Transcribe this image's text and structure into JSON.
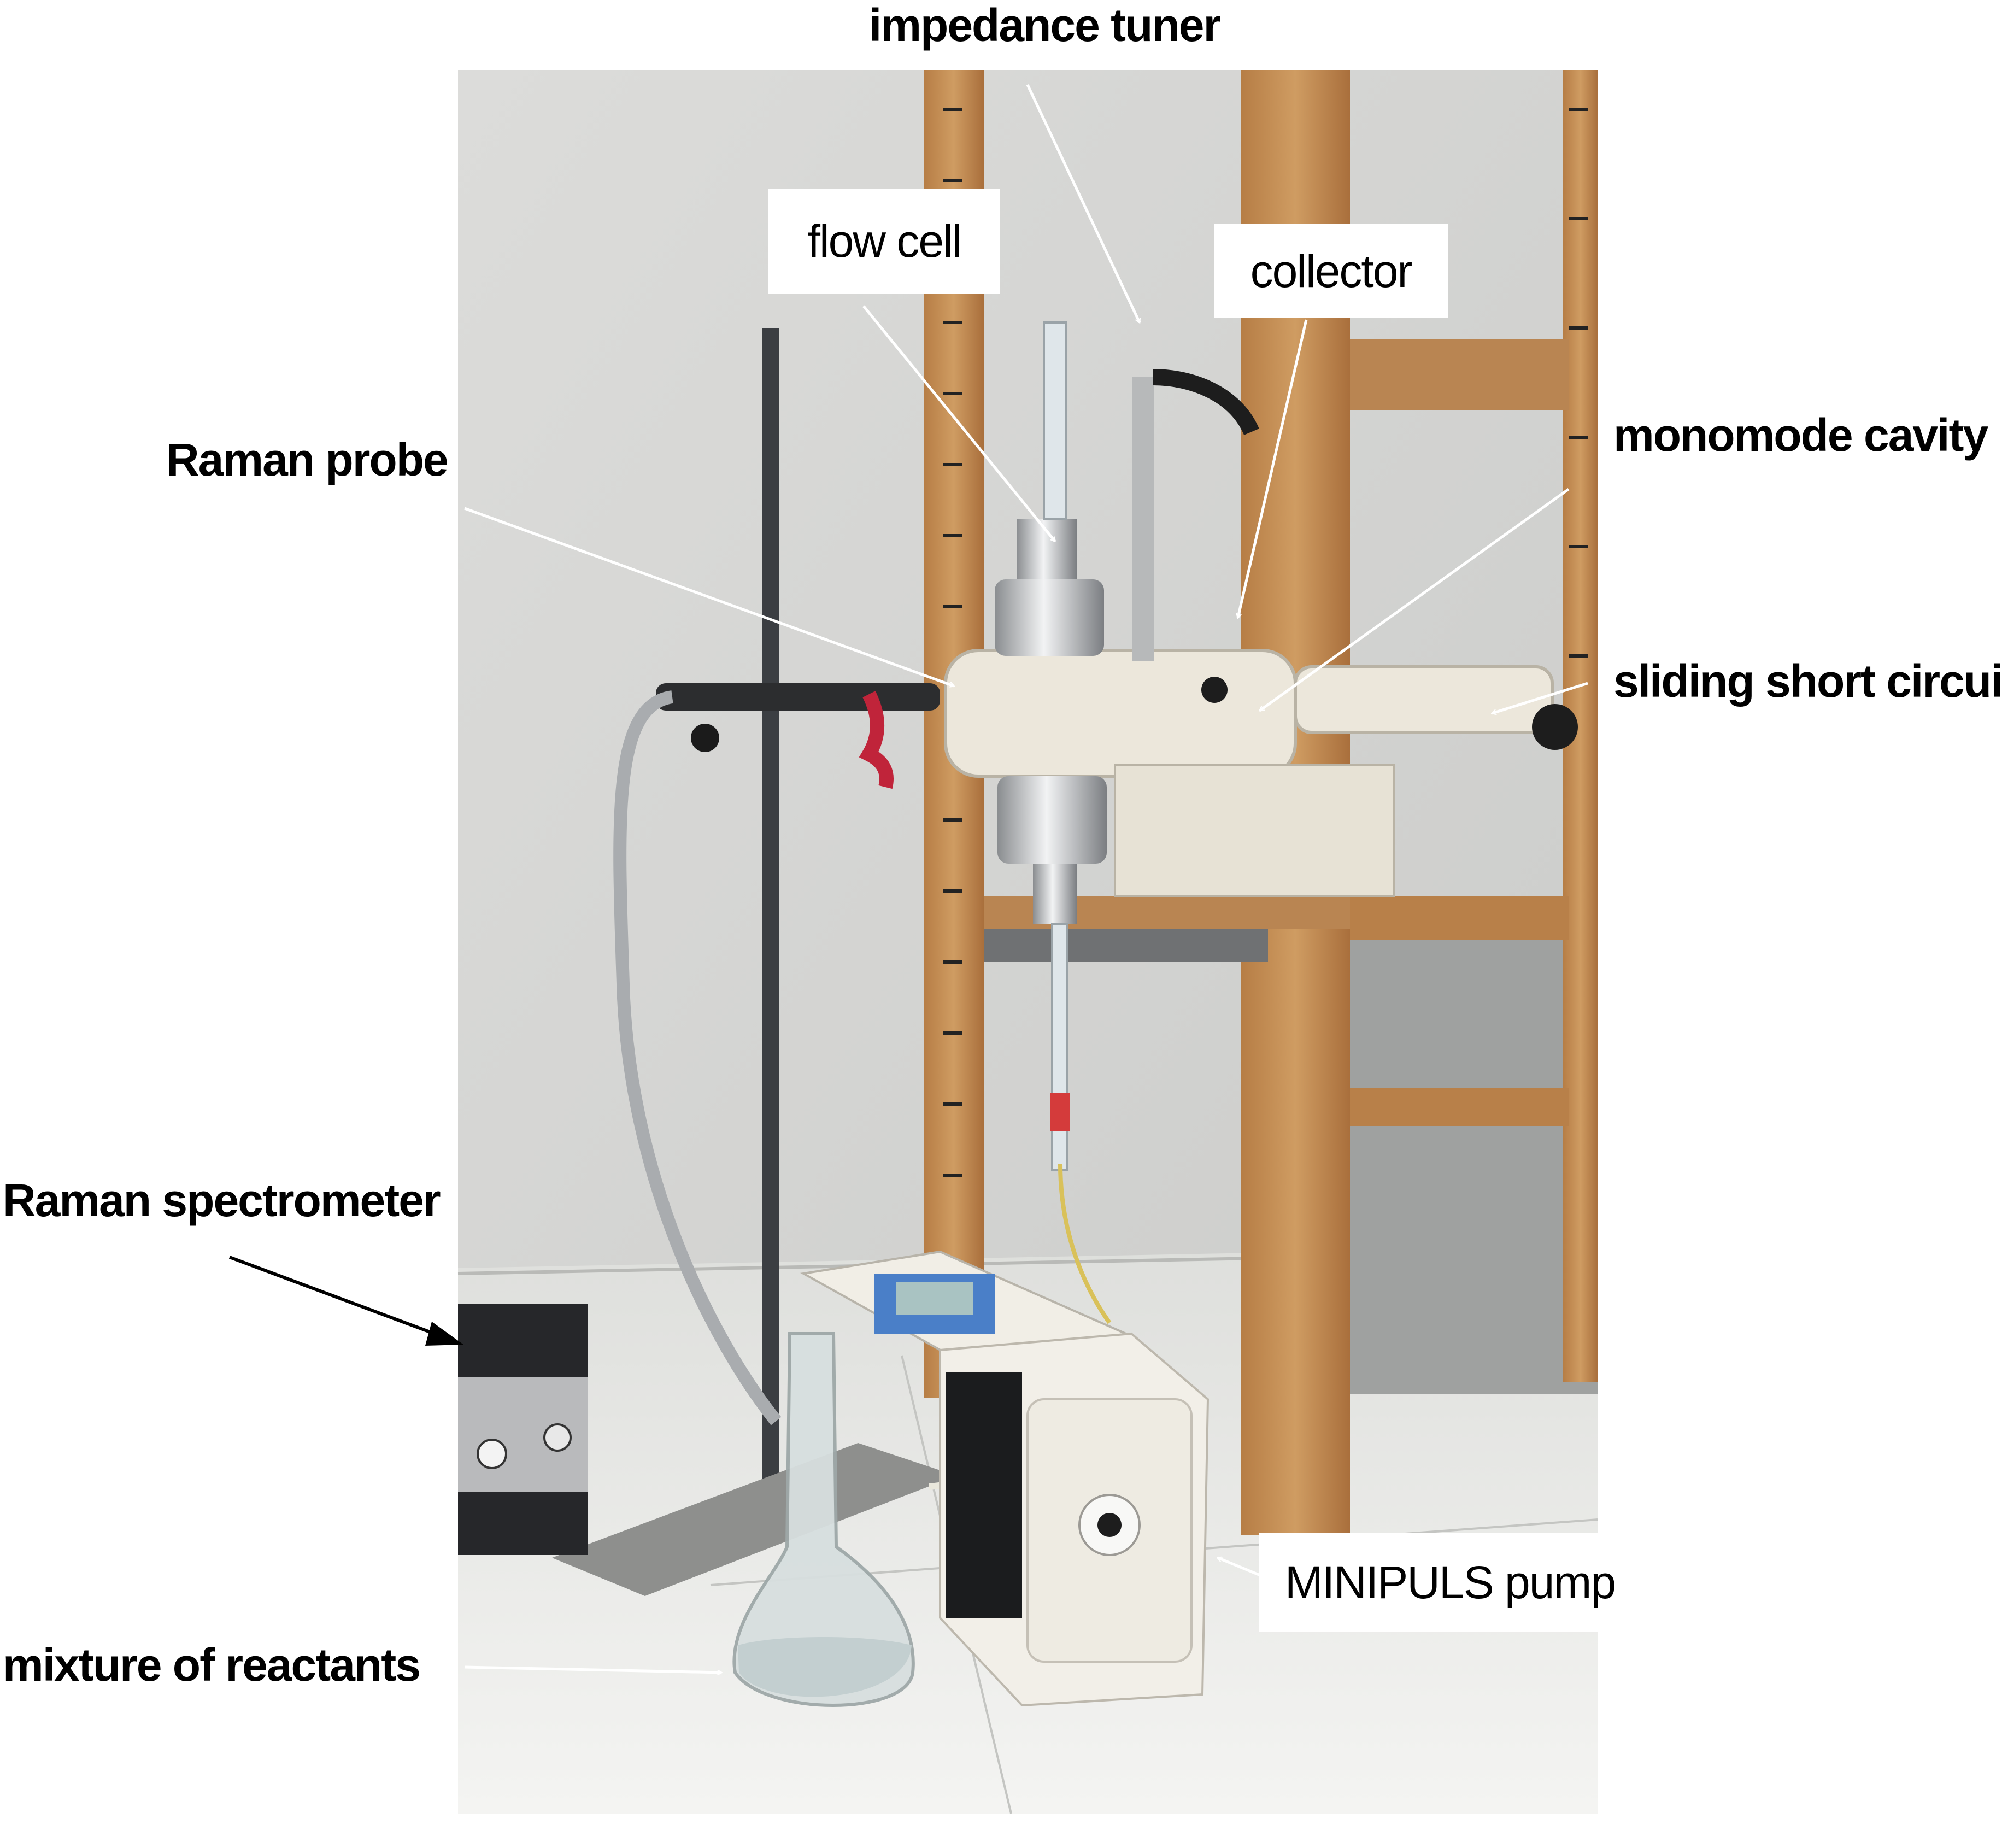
{
  "labels": {
    "impedance_tuner": "impedance tuner",
    "flow_cell": "flow cell",
    "collector": "collector",
    "raman_probe": "Raman probe",
    "monomode_cavity": "monomode cavity",
    "sliding_short_circuit": "sliding short circuit",
    "raman_spectrometer": "Raman spectrometer",
    "minipuls_pump": "MINIPULS pump",
    "mixture_of_reactants": "mixture of reactants"
  },
  "colors": {
    "wall": "#d6d6d4",
    "wood": "#c08a52",
    "bench": "#e9e9e6",
    "cavity": "#ece7db",
    "pump_body": "#f0ede4",
    "white_arrow": "#ffffff",
    "black_arrow": "#000000"
  }
}
